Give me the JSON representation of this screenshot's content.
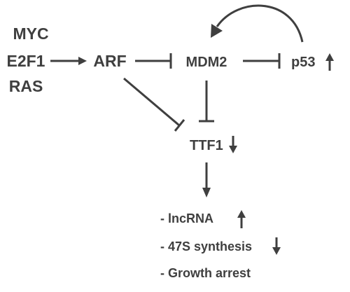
{
  "nodes": {
    "myc": "MYC",
    "e2f1": "E2F1",
    "ras": "RAS",
    "arf": "ARF",
    "mdm2": "MDM2",
    "p53": "p53",
    "ttf1": "TTF1"
  },
  "outcomes": [
    {
      "label": "- lncRNA",
      "direction": "up"
    },
    {
      "label": "- 47S synthesis",
      "direction": "down"
    },
    {
      "label": "- Growth arrest",
      "direction": "none"
    }
  ],
  "edges": [
    {
      "from": "MYC/E2F1/RAS",
      "to": "ARF",
      "type": "activation"
    },
    {
      "from": "ARF",
      "to": "MDM2",
      "type": "inhibition"
    },
    {
      "from": "MDM2",
      "to": "p53",
      "type": "inhibition"
    },
    {
      "from": "p53",
      "to": "MDM2",
      "type": "activation"
    },
    {
      "from": "ARF",
      "to": "TTF1",
      "type": "inhibition"
    },
    {
      "from": "MDM2",
      "to": "TTF1",
      "type": "inhibition"
    },
    {
      "from": "TTF1",
      "to": "outcomes",
      "type": "activation"
    }
  ],
  "node_changes": {
    "p53": "up",
    "ttf1": "down"
  },
  "colors": {
    "ink": "#3f3f3f",
    "background": "#ffffff"
  }
}
